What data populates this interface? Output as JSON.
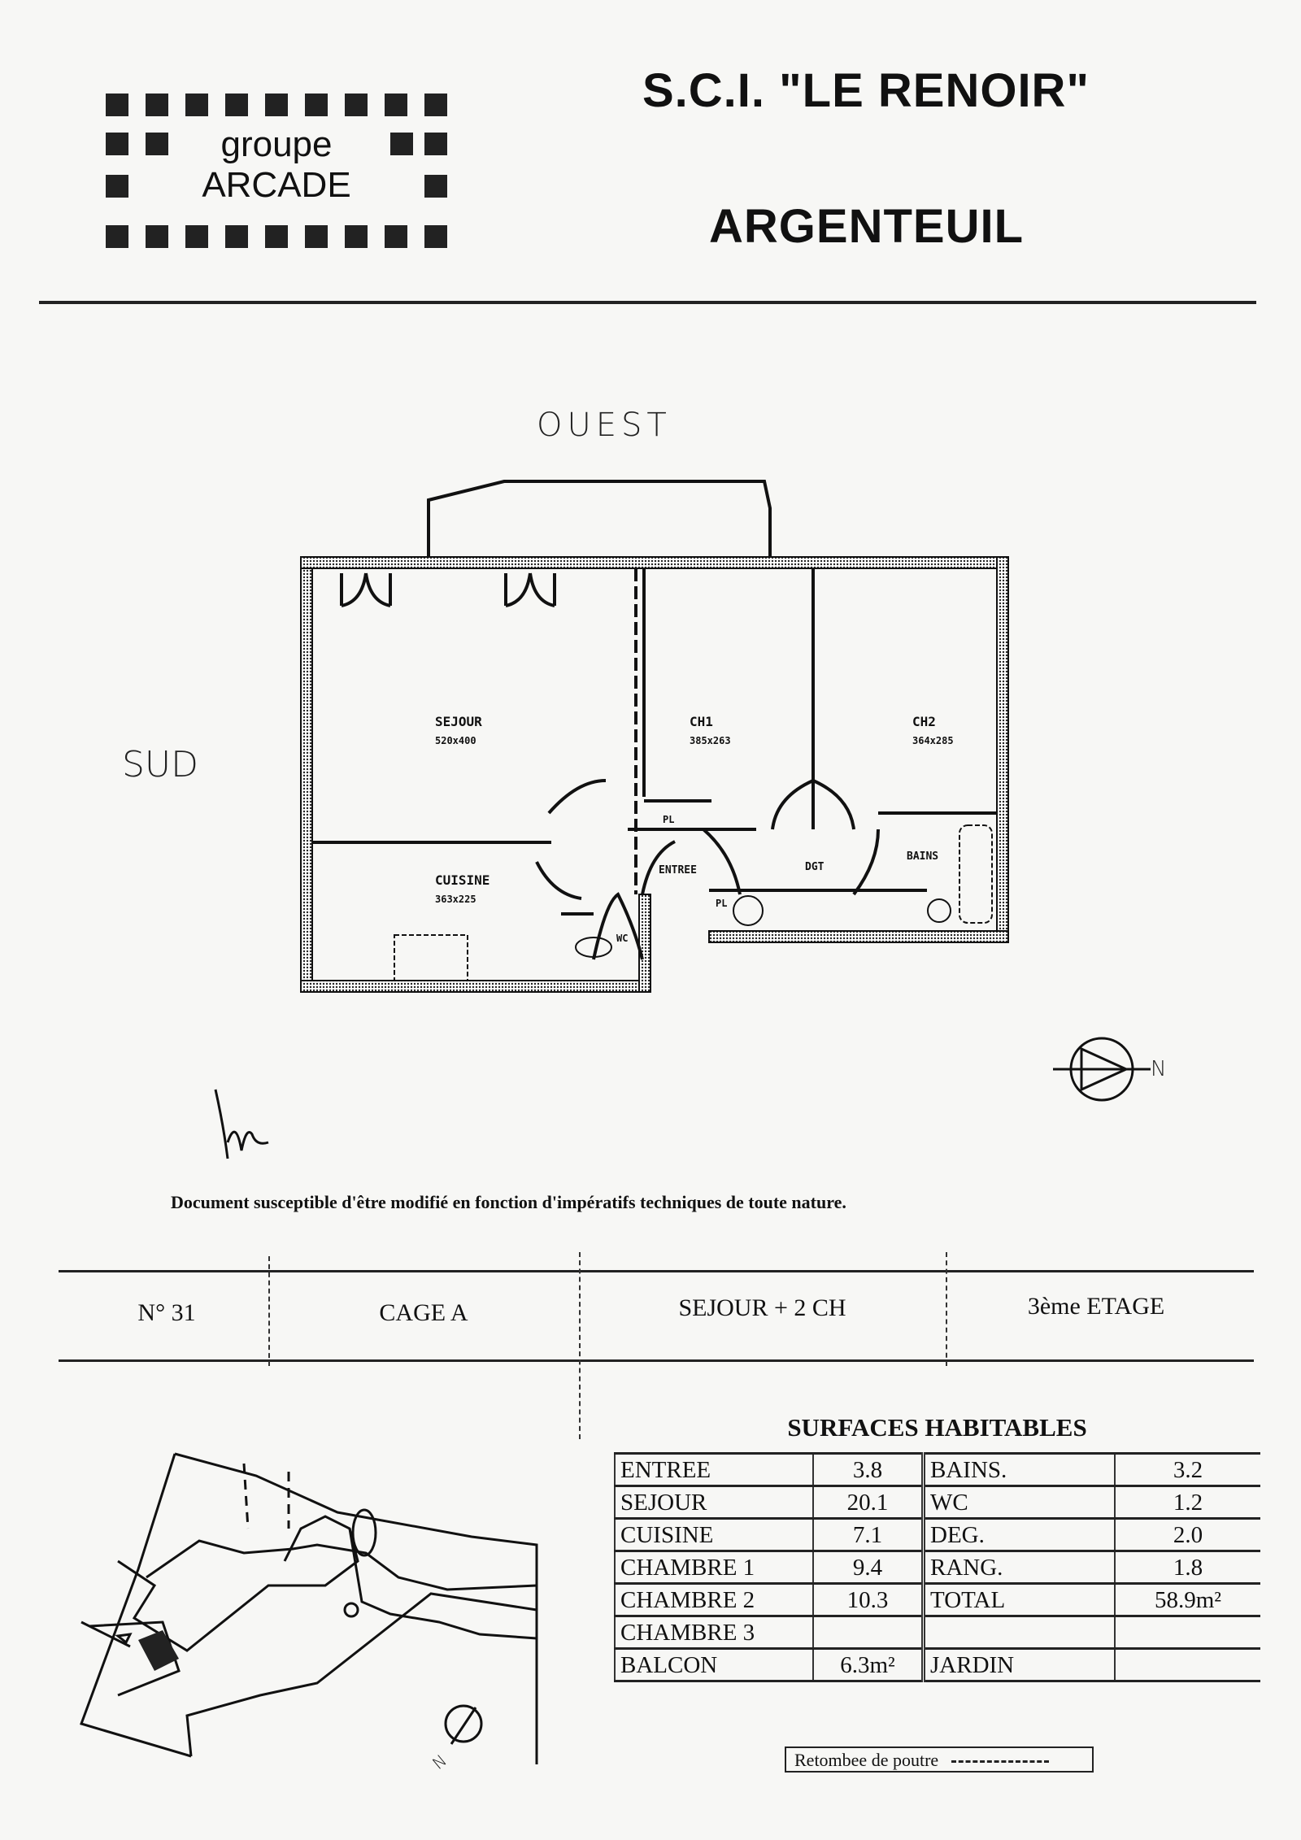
{
  "header": {
    "logo_line1": "groupe",
    "logo_line2": "ARCADE",
    "project": "S.C.I. \"LE RENOIR\"",
    "city": "ARGENTEUIL"
  },
  "plan": {
    "orientation_top": "OUEST",
    "orientation_left": "SUD",
    "compass_label": "N",
    "signature": "lm",
    "rooms": [
      {
        "name": "SEJOUR",
        "dims": "520x400"
      },
      {
        "name": "CH1",
        "dims": "385x263"
      },
      {
        "name": "CH2",
        "dims": "364x285"
      },
      {
        "name": "CUISINE",
        "dims": "363x225"
      },
      {
        "name": "ENTREE"
      },
      {
        "name": "DGT"
      },
      {
        "name": "BAINS"
      },
      {
        "name": "WC"
      },
      {
        "name": "PL"
      },
      {
        "name": "PL"
      }
    ]
  },
  "disclaimer": "Document susceptible d'être modifié en fonction d'impératifs techniques de toute nature.",
  "info_bar": {
    "number": "N° 31",
    "cage": "CAGE A",
    "type": "SEJOUR + 2 CH",
    "floor": "3ème ETAGE"
  },
  "surfaces": {
    "title": "SURFACES HABITABLES",
    "rows": [
      {
        "label": "ENTREE",
        "value": "3.8",
        "label2": "BAINS.",
        "value2": "3.2"
      },
      {
        "label": "SEJOUR",
        "value": "20.1",
        "label2": "WC",
        "value2": "1.2"
      },
      {
        "label": "CUISINE",
        "value": "7.1",
        "label2": "DEG.",
        "value2": "2.0"
      },
      {
        "label": "CHAMBRE 1",
        "value": "9.4",
        "label2": "RANG.",
        "value2": "1.8"
      },
      {
        "label": "CHAMBRE 2",
        "value": "10.3",
        "label2": "TOTAL",
        "value2": "58.9m²"
      },
      {
        "label": "CHAMBRE 3",
        "value": "",
        "label2": "",
        "value2": ""
      },
      {
        "label": "BALCON",
        "value": "6.3m²",
        "label2": "JARDIN",
        "value2": ""
      }
    ]
  },
  "legend": {
    "retombee": "Retombee de poutre"
  },
  "site_map": {
    "compass_label": "N"
  }
}
